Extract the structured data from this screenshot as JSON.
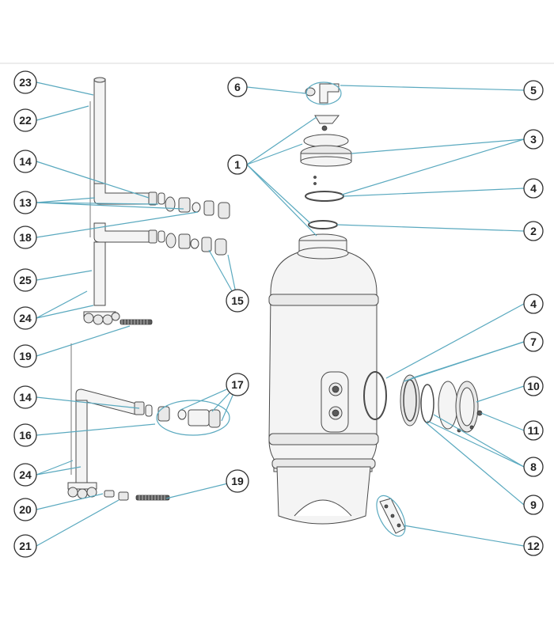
{
  "callouts": [
    {
      "id": "c23",
      "label": "23"
    },
    {
      "id": "c22",
      "label": "22"
    },
    {
      "id": "c14a",
      "label": "14"
    },
    {
      "id": "c13",
      "label": "13"
    },
    {
      "id": "c18",
      "label": "18"
    },
    {
      "id": "c25",
      "label": "25"
    },
    {
      "id": "c24a",
      "label": "24"
    },
    {
      "id": "c15",
      "label": "15"
    },
    {
      "id": "c19a",
      "label": "19"
    },
    {
      "id": "c14b",
      "label": "14"
    },
    {
      "id": "c16",
      "label": "16"
    },
    {
      "id": "c17",
      "label": "17"
    },
    {
      "id": "c24b",
      "label": "24"
    },
    {
      "id": "c20",
      "label": "20"
    },
    {
      "id": "c19b",
      "label": "19"
    },
    {
      "id": "c21",
      "label": "21"
    },
    {
      "id": "c6",
      "label": "6"
    },
    {
      "id": "c5",
      "label": "5"
    },
    {
      "id": "c1",
      "label": "1"
    },
    {
      "id": "c3",
      "label": "3"
    },
    {
      "id": "c4a",
      "label": "4"
    },
    {
      "id": "c2",
      "label": "2"
    },
    {
      "id": "c4b",
      "label": "4"
    },
    {
      "id": "c7",
      "label": "7"
    },
    {
      "id": "c10",
      "label": "10"
    },
    {
      "id": "c11",
      "label": "11"
    },
    {
      "id": "c8",
      "label": "8"
    },
    {
      "id": "c9",
      "label": "9"
    },
    {
      "id": "c12",
      "label": "12"
    }
  ],
  "colors": {
    "leader": "#5aa9bf",
    "outline": "#4a4a4a",
    "fill": "#f4f4f4"
  }
}
